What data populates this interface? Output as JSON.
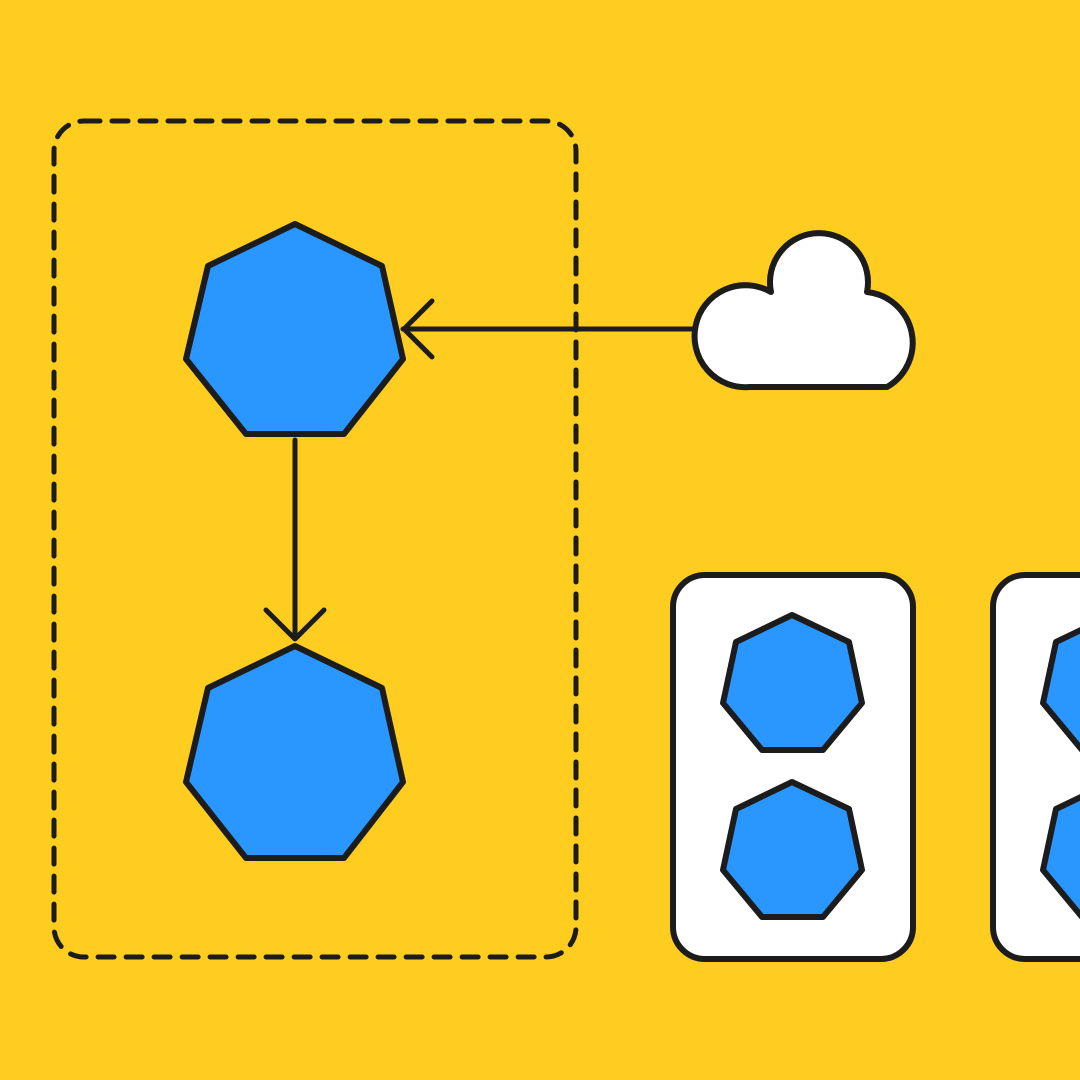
{
  "colors": {
    "background": "#FECD1F",
    "node_fill": "#2997FF",
    "outline": "#1C1C1C",
    "panel_fill": "#FFFFFF",
    "cloud_fill": "#FFFFFF"
  },
  "diagram": {
    "group_border_style": "dashed",
    "nodes": [
      {
        "id": "node-top",
        "shape": "heptagon",
        "in_group": true
      },
      {
        "id": "node-bottom",
        "shape": "heptagon",
        "in_group": true
      }
    ],
    "external": {
      "id": "cloud",
      "shape": "cloud-icon"
    },
    "edges": [
      {
        "from": "cloud",
        "to": "node-top"
      },
      {
        "from": "node-top",
        "to": "node-bottom"
      }
    ],
    "panels": [
      {
        "id": "panel-1",
        "node_count": 2,
        "node_shape": "heptagon"
      },
      {
        "id": "panel-2",
        "node_count": 2,
        "node_shape": "heptagon",
        "clipped": true
      }
    ]
  }
}
